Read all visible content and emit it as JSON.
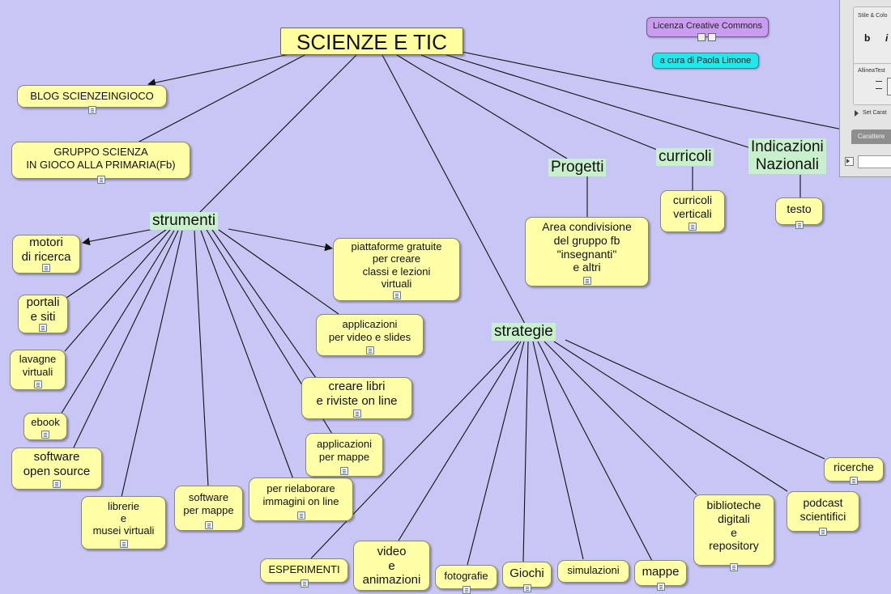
{
  "title": "SCIENZE E TIC",
  "badges": {
    "license": "Licenza Creative Commons",
    "author": "a cura di Paola Limone"
  },
  "side_panel": {
    "style_label": "Stile & Colo",
    "bold": "b",
    "italic": "i",
    "align_label": "AllineaTest",
    "set_label": "Set Carat",
    "tab_label": "Carattere"
  },
  "labels": {
    "strumenti": "strumenti",
    "strategie": "strategie",
    "progetti": "Progetti",
    "curricoli": "curricoli",
    "indicazioni": "Indicazioni\nNazionali"
  },
  "nodes": {
    "blog": "BLOG SCIENZEINGIOCO",
    "gruppo": "GRUPPO SCIENZA\nIN GIOCO ALLA PRIMARIA(Fb)",
    "motori": "motori\ndi ricerca",
    "portali": "portali\ne siti",
    "lavagne": "lavagne\nvirtuali",
    "ebook": "ebook",
    "software_os": "software\nopen source",
    "librerie": "librerie\ne\nmusei virtuali",
    "software_mappe": "software\nper mappe",
    "rielaborare": "per rielaborare\nimmagini on line",
    "app_mappe": "applicazioni\nper mappe",
    "libri": "creare libri\ne riviste on line",
    "app_video": "applicazioni\nper video e slides",
    "piattaforme": "piattaforme gratuite\nper creare\nclassi e lezioni\nvirtuali",
    "area": "Area condivisione\ndel gruppo fb\n\"insegnanti\"\ne altri",
    "curricoli_verticali": "curricoli\nverticali",
    "testo": "testo",
    "esperimenti": "ESPERIMENTI",
    "video": "video\ne\nanimazioni",
    "fotografie": "fotografie",
    "giochi": "Giochi",
    "simulazioni": "simulazioni",
    "mappe": "mappe",
    "biblioteche": "biblioteche\ndigitali\ne\nrepository",
    "podcast": "podcast\nscientifici",
    "ricerche": "ricerche"
  },
  "colors": {
    "background": "#c8c6f4",
    "node_fill": "#ffffa8",
    "label_fill": "#c9f0cc",
    "license_fill": "#c99cf0",
    "author_fill": "#22e8ee",
    "link": "#111111"
  }
}
